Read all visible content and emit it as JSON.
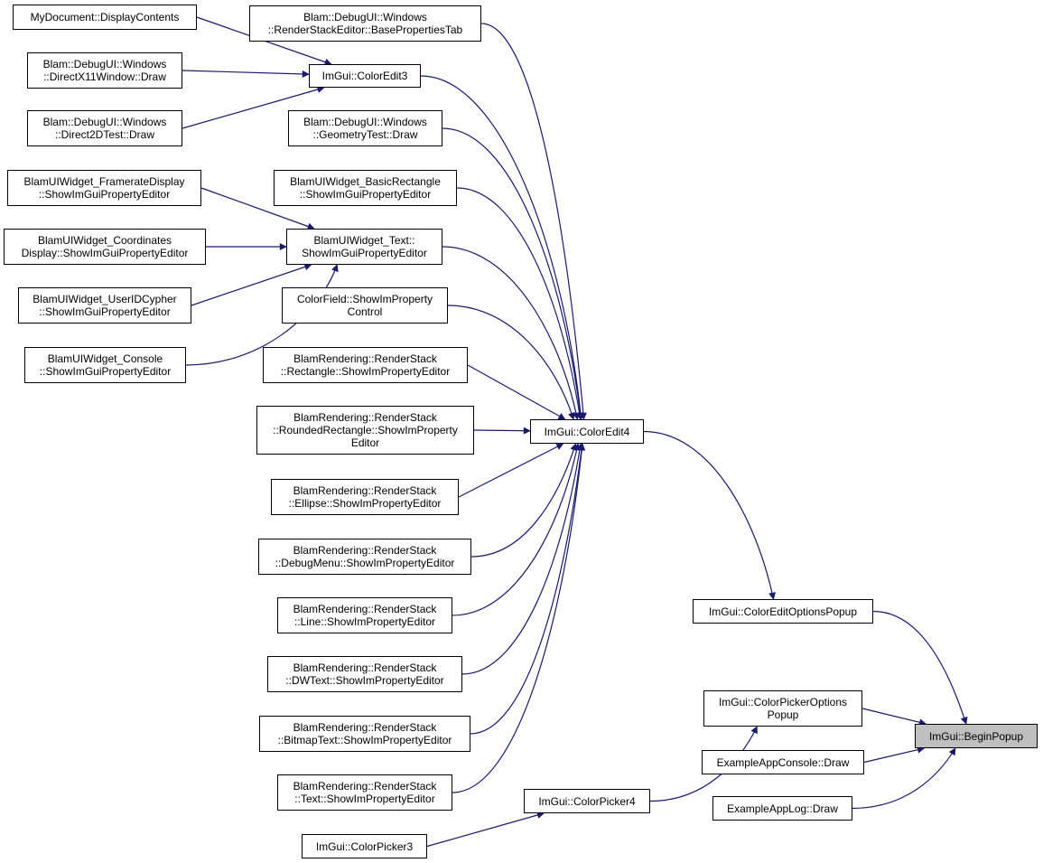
{
  "colors": {
    "edge": "#191970",
    "node_border": "#000000",
    "node_bg": "#ffffff",
    "focus_bg": "#bfbfbf"
  },
  "nodes": {
    "mydoc": {
      "lines": [
        "MyDocument::DisplayContents"
      ]
    },
    "dx11": {
      "lines": [
        "Blam::DebugUI::Windows",
        "::DirectX11Window::Draw"
      ]
    },
    "d2d": {
      "lines": [
        "Blam::DebugUI::Windows",
        "::Direct2DTest::Draw"
      ]
    },
    "coloredit3": {
      "lines": [
        "ImGui::ColorEdit3"
      ]
    },
    "baseprops": {
      "lines": [
        "Blam::DebugUI::Windows",
        "::RenderStackEditor::BasePropertiesTab"
      ]
    },
    "geometry": {
      "lines": [
        "Blam::DebugUI::Windows",
        "::GeometryTest::Draw"
      ]
    },
    "framerate": {
      "lines": [
        "BlamUIWidget_FramerateDisplay",
        "::ShowImGuiPropertyEditor"
      ]
    },
    "coordinates": {
      "lines": [
        "BlamUIWidget_Coordinates",
        "Display::ShowImGuiPropertyEditor"
      ]
    },
    "useridcypher": {
      "lines": [
        "BlamUIWidget_UserIDCypher",
        "::ShowImGuiPropertyEditor"
      ]
    },
    "console_widget": {
      "lines": [
        "BlamUIWidget_Console",
        "::ShowImGuiPropertyEditor"
      ]
    },
    "basicrect": {
      "lines": [
        "BlamUIWidget_BasicRectangle",
        "::ShowImGuiPropertyEditor"
      ]
    },
    "widgettext": {
      "lines": [
        "BlamUIWidget_Text::",
        "ShowImGuiPropertyEditor"
      ]
    },
    "colorfield": {
      "lines": [
        "ColorField::ShowImProperty",
        "Control"
      ]
    },
    "rs_rect": {
      "lines": [
        "BlamRendering::RenderStack",
        "::Rectangle::ShowImPropertyEditor"
      ]
    },
    "rs_roundrect": {
      "lines": [
        "BlamRendering::RenderStack",
        "::RoundedRectangle::ShowImProperty",
        "Editor"
      ]
    },
    "rs_ellipse": {
      "lines": [
        "BlamRendering::RenderStack",
        "::Ellipse::ShowImPropertyEditor"
      ]
    },
    "rs_debugmenu": {
      "lines": [
        "BlamRendering::RenderStack",
        "::DebugMenu::ShowImPropertyEditor"
      ]
    },
    "rs_line": {
      "lines": [
        "BlamRendering::RenderStack",
        "::Line::ShowImPropertyEditor"
      ]
    },
    "rs_dwtext": {
      "lines": [
        "BlamRendering::RenderStack",
        "::DWText::ShowImPropertyEditor"
      ]
    },
    "rs_bitmaptext": {
      "lines": [
        "BlamRendering::RenderStack",
        "::BitmapText::ShowImPropertyEditor"
      ]
    },
    "rs_text": {
      "lines": [
        "BlamRendering::RenderStack",
        "::Text::ShowImPropertyEditor"
      ]
    },
    "coloredit4": {
      "lines": [
        "ImGui::ColorEdit4"
      ]
    },
    "coloreditopts": {
      "lines": [
        "ImGui::ColorEditOptionsPopup"
      ]
    },
    "pickeropts": {
      "lines": [
        "ImGui::ColorPickerOptions",
        "Popup"
      ]
    },
    "appconsole": {
      "lines": [
        "ExampleAppConsole::Draw"
      ]
    },
    "applog": {
      "lines": [
        "ExampleAppLog::Draw"
      ]
    },
    "picker4": {
      "lines": [
        "ImGui::ColorPicker4"
      ]
    },
    "picker3": {
      "lines": [
        "ImGui::ColorPicker3"
      ]
    },
    "beginpopup": {
      "lines": [
        "ImGui::BeginPopup"
      ]
    }
  },
  "edges": [
    [
      "mydoc",
      "coloredit3"
    ],
    [
      "dx11",
      "coloredit3"
    ],
    [
      "d2d",
      "coloredit3"
    ],
    [
      "framerate",
      "widgettext"
    ],
    [
      "coordinates",
      "widgettext"
    ],
    [
      "useridcypher",
      "widgettext"
    ],
    [
      "console_widget",
      "widgettext"
    ],
    [
      "baseprops",
      "coloredit4"
    ],
    [
      "coloredit3",
      "coloredit4"
    ],
    [
      "geometry",
      "coloredit4"
    ],
    [
      "basicrect",
      "coloredit4"
    ],
    [
      "widgettext",
      "coloredit4"
    ],
    [
      "colorfield",
      "coloredit4"
    ],
    [
      "rs_rect",
      "coloredit4"
    ],
    [
      "rs_roundrect",
      "coloredit4"
    ],
    [
      "rs_ellipse",
      "coloredit4"
    ],
    [
      "rs_debugmenu",
      "coloredit4"
    ],
    [
      "rs_line",
      "coloredit4"
    ],
    [
      "rs_dwtext",
      "coloredit4"
    ],
    [
      "rs_bitmaptext",
      "coloredit4"
    ],
    [
      "rs_text",
      "coloredit4"
    ],
    [
      "coloredit4",
      "coloreditopts"
    ],
    [
      "coloreditopts",
      "beginpopup"
    ],
    [
      "pickeropts",
      "beginpopup"
    ],
    [
      "appconsole",
      "beginpopup"
    ],
    [
      "applog",
      "beginpopup"
    ],
    [
      "picker3",
      "picker4"
    ],
    [
      "picker4",
      "pickeropts"
    ]
  ]
}
